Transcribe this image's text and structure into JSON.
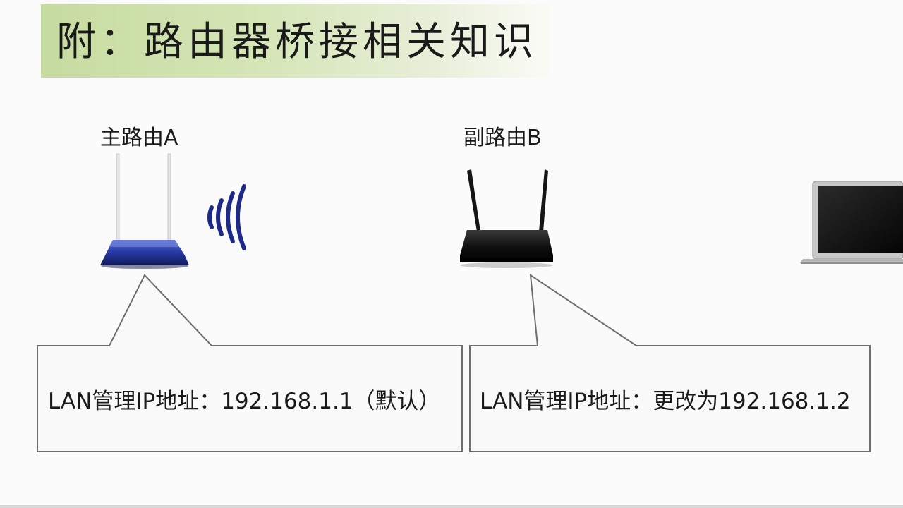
{
  "title": "附：路由器桥接相关知识",
  "router_a": {
    "label": "主路由A",
    "lan_text": "LAN管理IP地址：192.168.1.1（默认）"
  },
  "router_b": {
    "label": "副路由B",
    "lan_text": "LAN管理IP地址：更改为192.168.1.2"
  },
  "icons": {
    "router_a": "blue-router-icon",
    "wifi": "wifi-signal-icon",
    "router_b": "black-router-icon",
    "laptop": "laptop-icon"
  },
  "colors": {
    "title_bar": "#c6dba0",
    "router_a": "#1f2f8a",
    "wifi": "#1e2a8a",
    "router_b": "#111111"
  }
}
